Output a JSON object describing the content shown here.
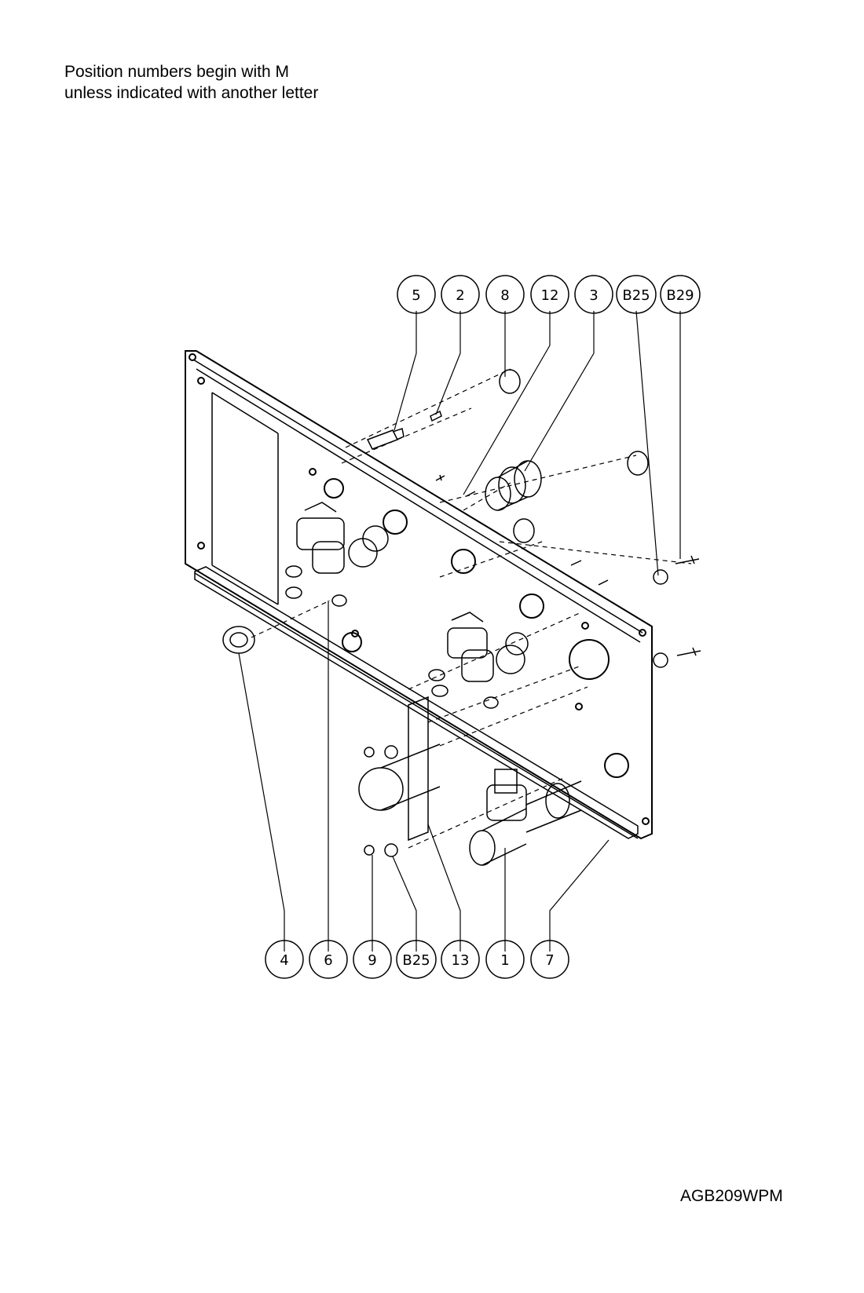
{
  "note": {
    "line1": "Position numbers begin with M",
    "line2": "unless indicated with another letter"
  },
  "drawing_code": "AGB209WPM",
  "callouts": {
    "top": [
      "5",
      "2",
      "8",
      "12",
      "3",
      "B25",
      "B29"
    ],
    "bottom": [
      "4",
      "6",
      "9",
      "B25",
      "13",
      "1",
      "7"
    ]
  }
}
